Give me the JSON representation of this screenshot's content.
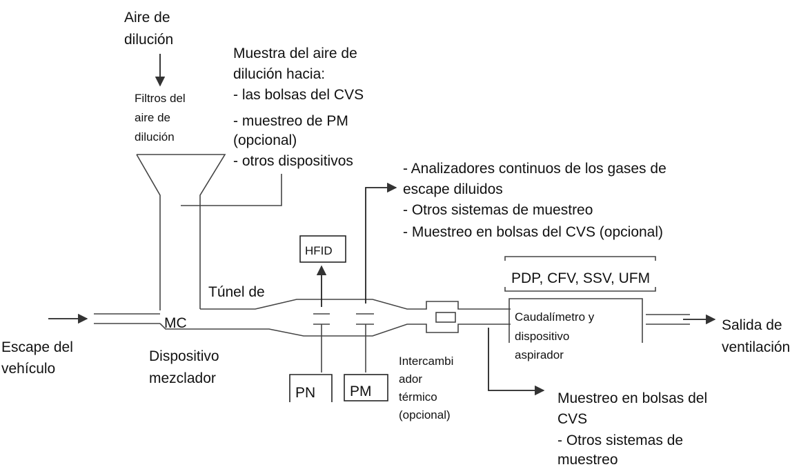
{
  "labels": {
    "dilution_air": [
      "Aire de",
      "dilución"
    ],
    "dilution_filters": [
      "Filtros del",
      "aire de",
      "dilución"
    ],
    "dilution_sample": [
      "Muestra del aire de",
      "dilución hacia:",
      "- las bolsas del CVS",
      "- muestreo de PM",
      "(opcional)",
      "- otros dispositivos"
    ],
    "continuous_analyzers": [
      "- Analizadores continuos de los gases de",
      "escape diluidos",
      "- Otros sistemas de muestreo",
      "- Muestreo en bolsas del CVS (opcional)"
    ],
    "hfid": "HFID",
    "tunnel": "Túnel de",
    "flow_devices": "PDP, CFV, SSV, UFM",
    "flowmeter": [
      "Caudalímetro y",
      "dispositivo",
      "aspirador"
    ],
    "vent_outlet": [
      "Salida de",
      "ventilación"
    ],
    "mixing_chamber": "MC",
    "vehicle_exhaust": [
      "Escape del",
      "vehículo"
    ],
    "mixing_device": [
      "Dispositivo",
      "mezclador"
    ],
    "heat_exchanger": [
      "Intercambi",
      "ador",
      "térmico",
      "(opcional)"
    ],
    "pn": "PN",
    "pm": "PM",
    "cvs_bags_sampling": [
      "Muestreo en bolsas del",
      "CVS",
      "- Otros sistemas de",
      "muestreo"
    ]
  }
}
